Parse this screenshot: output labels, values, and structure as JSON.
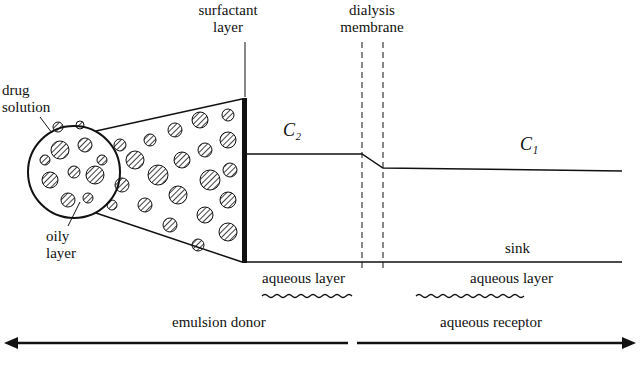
{
  "diagram": {
    "labels": [
      "surfactant layer",
      "dialysis membrane",
      "drug solution",
      "C₂",
      "C₁",
      "oily layer",
      "sink",
      "aqueous layer",
      "aqueous layer",
      "emulsion donor",
      "aqueous receptor"
    ]
  }
}
